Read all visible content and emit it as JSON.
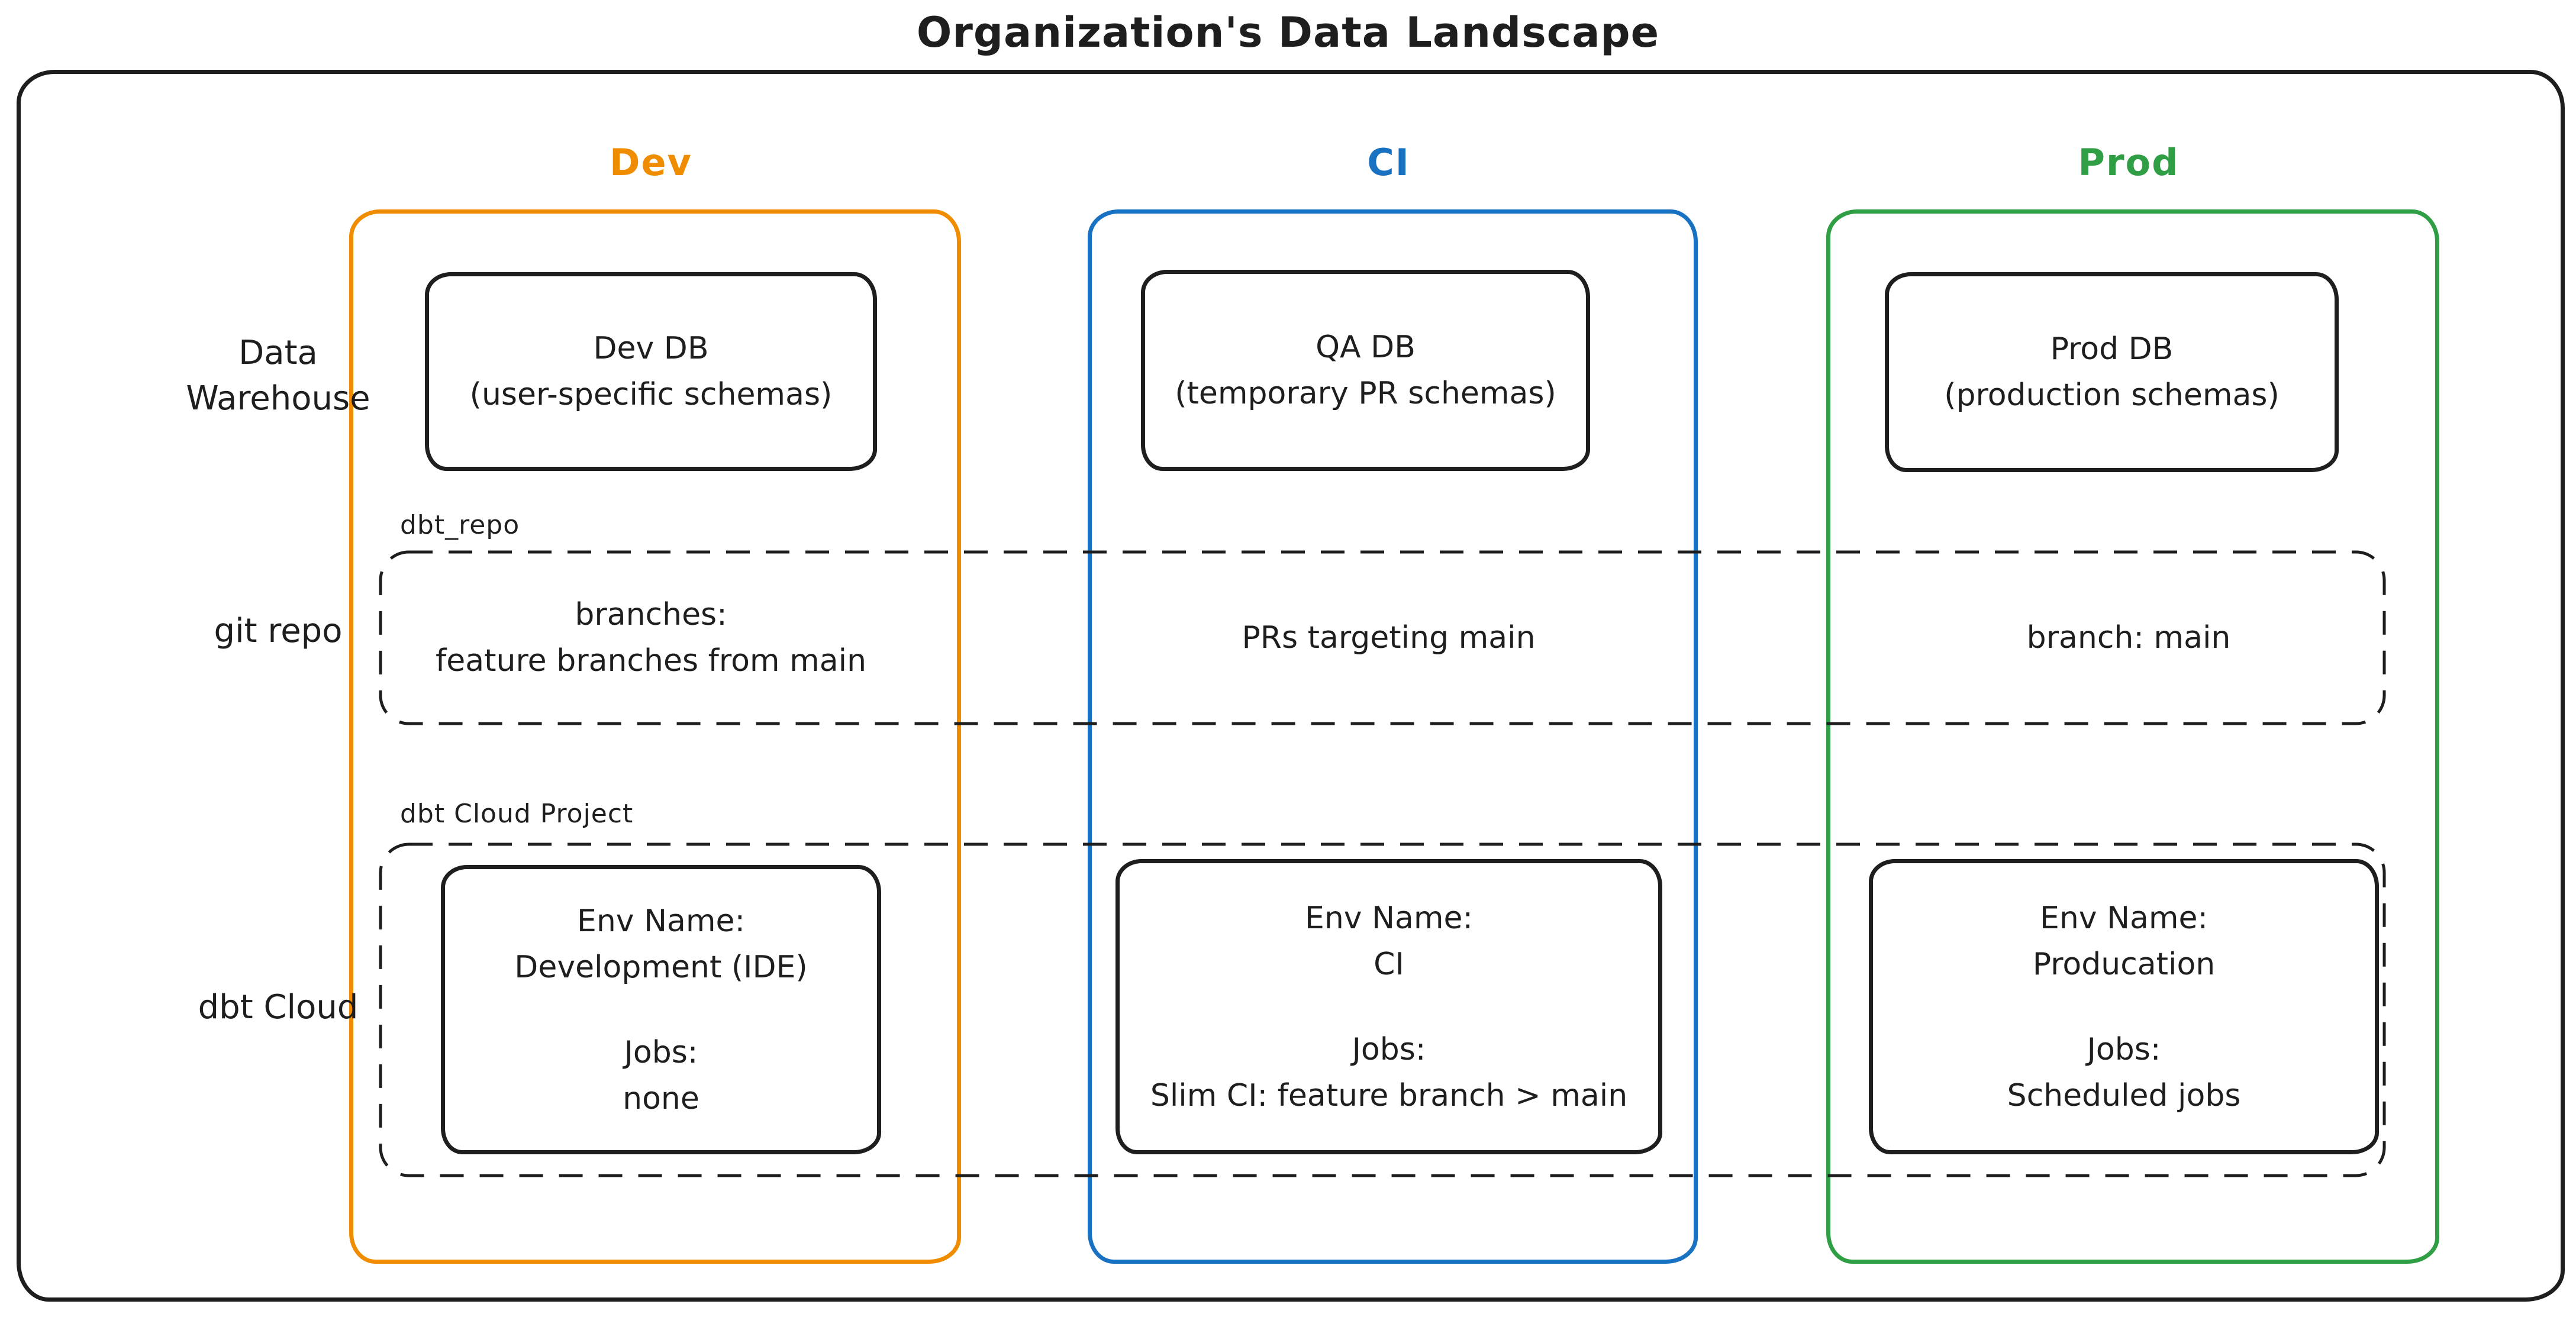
{
  "title": "Organization's Data Landscape",
  "palette": {
    "ink": "#1e1e1e",
    "dev": "#f08c00",
    "ci": "#1971c2",
    "prod": "#2f9e44"
  },
  "row_labels": {
    "warehouse": "Data\nWarehouse",
    "git": "git repo",
    "dbt": "dbt Cloud"
  },
  "group_labels": {
    "git_box": "dbt_repo",
    "dbt_box": "dbt Cloud Project"
  },
  "columns": [
    {
      "key": "dev",
      "header": "Dev",
      "db": "Dev DB\n(user-specific schemas)",
      "git": "branches:\nfeature branches from main",
      "dbt_env": "Env Name:\nDevelopment (IDE)",
      "dbt_jobs": "Jobs:\nnone"
    },
    {
      "key": "ci",
      "header": "CI",
      "db": "QA DB\n(temporary PR schemas)",
      "git": "PRs targeting main",
      "dbt_env": "Env Name:\nCI",
      "dbt_jobs": "Jobs:\nSlim CI: feature branch > main"
    },
    {
      "key": "prod",
      "header": "Prod",
      "db": "Prod DB\n(production schemas)",
      "git": "branch: main",
      "dbt_env": "Env Name:\nProducation",
      "dbt_jobs": "Jobs:\nScheduled jobs"
    }
  ]
}
